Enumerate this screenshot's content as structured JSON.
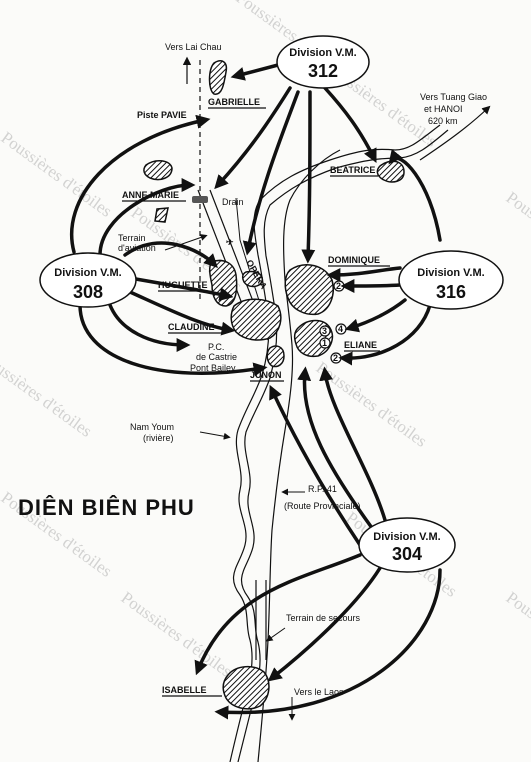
{
  "title": "DIÊN BIÊN PHU",
  "divisions": {
    "d312": {
      "label": "Division V.M.",
      "number": "312"
    },
    "d308": {
      "label": "Division V.M.",
      "number": "308"
    },
    "d316": {
      "label": "Division V.M.",
      "number": "316"
    },
    "d304": {
      "label": "Division V.M.",
      "number": "304"
    }
  },
  "strongpoints": {
    "gabrielle": "GABRIELLE",
    "beatrice": "BEATRICE",
    "anne_marie": "ANNE MARIE",
    "huguette": "HUGUETTE",
    "opera": "OPERA",
    "dominique": "DOMINIQUE",
    "claudine": "CLAUDINE",
    "eliane": "ELIANE",
    "junon": "JUNON",
    "isabelle": "ISABELLE"
  },
  "labels": {
    "vers_lai_chau": "Vers Lai Chau",
    "piste_pavie": "Piste PAVIE",
    "vers_tuang_giao_1": "Vers Tuang Giao",
    "vers_tuang_giao_2": "et HANOI",
    "vers_tuang_giao_3": "620 km",
    "drain": "Drain",
    "terrain_aviation_1": "Terrain",
    "terrain_aviation_2": "d'aviation",
    "pc_1": "P.C.",
    "pc_2": "de Castrie",
    "pont_bailey": "Pont Bailey",
    "nam_youm_1": "Nam Youm",
    "nam_youm_2": "(rivière)",
    "rp41_1": "R.P. 41",
    "rp41_2": "(Route Provinciale)",
    "terrain_secours": "Terrain de secours",
    "vers_laos": "Vers le Laos",
    "num_1": "1",
    "num_2": "2",
    "num_3": "3",
    "num_4": "4"
  },
  "watermark": "Poussières d'étoiles",
  "colors": {
    "ink": "#111111",
    "paper": "#fbfbf9",
    "watermark": "#b0b0b0"
  }
}
